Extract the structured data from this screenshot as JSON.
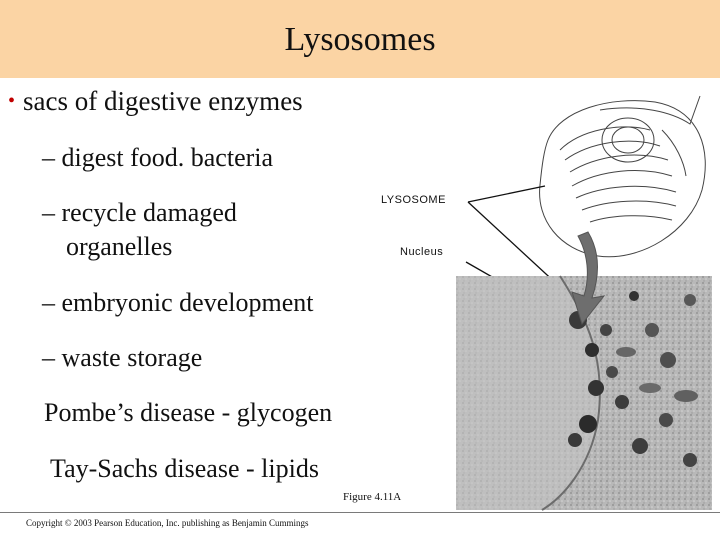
{
  "slide": {
    "title": "Lysosomes",
    "bullet": "sacs of digestive enzymes",
    "subpoints": [
      "– digest food. bacteria",
      "– recycle damaged",
      "organelles",
      "– embryonic development",
      "– waste storage"
    ],
    "diseases": [
      "Pombe’s disease - glycogen",
      "Tay-Sachs disease - lipids"
    ],
    "figure": {
      "label_lysosome": "LYSOSOME",
      "label_nucleus": "Nucleus",
      "caption": "Figure 4.11A"
    },
    "copyright": "Copyright © 2003 Pearson Education, Inc. publishing as Benjamin Cummings"
  },
  "colors": {
    "header_bg": "#fbd4a4",
    "bullet_dot": "#c00000"
  }
}
